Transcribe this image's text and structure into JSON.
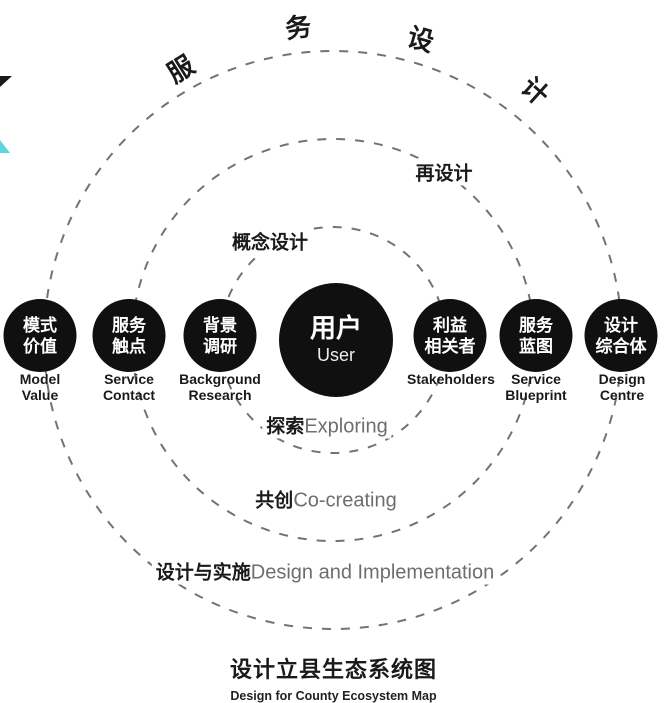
{
  "diagram": {
    "arc_title": {
      "full": "服务设计",
      "chars": [
        "服",
        "务",
        "设",
        "计"
      ]
    },
    "phase_labels": {
      "redesign": "再设计",
      "concept_design": "概念设计"
    },
    "nodes": [
      {
        "zh_line1": "模式",
        "zh_line2": "价值",
        "en_line1": "Model",
        "en_line2": "Value"
      },
      {
        "zh_line1": "服务",
        "zh_line2": "触点",
        "en_line1": "Service",
        "en_line2": "Contact"
      },
      {
        "zh_line1": "背景",
        "zh_line2": "调研",
        "en_line1": "Background",
        "en_line2": "Research"
      },
      {
        "zh": "用户",
        "en": "User"
      },
      {
        "zh_line1": "利益",
        "zh_line2": "相关者",
        "en_line1": "Stakeholders"
      },
      {
        "zh_line1": "服务",
        "zh_line2": "蓝图",
        "en_line1": "Service",
        "en_line2": "Blueprint"
      },
      {
        "zh_line1": "设计",
        "zh_line2": "综合体",
        "en_line1": "Design",
        "en_line2": "Centre"
      }
    ],
    "rings": [
      {
        "zh": "探索",
        "en": "Exploring"
      },
      {
        "zh": "共创",
        "en": "Co-creating"
      },
      {
        "zh": "设计与实施",
        "en": "Design and Implementation"
      }
    ],
    "footer": {
      "title": "设计立县生态系统图",
      "subtitle": "Design for County Ecosystem Map"
    },
    "colors": {
      "node_fill": "#101010",
      "dash_stroke": "#737373",
      "accent_teal": "#5fd6df",
      "text_dark": "#1a1a1a",
      "text_gray": "#6e6e6e"
    }
  }
}
